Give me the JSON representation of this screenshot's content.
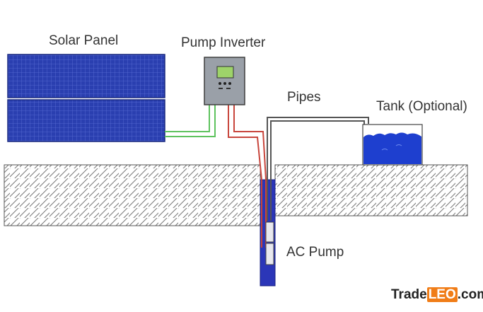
{
  "labels": {
    "solar_panel": "Solar Panel",
    "pump_inverter": "Pump Inverter",
    "pipes": "Pipes",
    "tank": "Tank (Optional)",
    "ac_pump": "AC Pump"
  },
  "watermark": {
    "part1": "Trade",
    "part2": "LEO",
    "part3": ".com"
  },
  "colors": {
    "panel_blue": "#2a3fb0",
    "panel_grid": "#5b6fd6",
    "green_wire": "#5ec35e",
    "red_wire": "#c8453c",
    "pipe": "#555555",
    "water": "#1e3fcf",
    "well": "#2b36b8",
    "inverter_body": "#9aa0a8",
    "inverter_screen": "#9ed36a",
    "watermark_accent": "#f07d18"
  },
  "icons": [
    "solar-panel-icon",
    "inverter-icon",
    "pump-icon",
    "tank-icon"
  ]
}
